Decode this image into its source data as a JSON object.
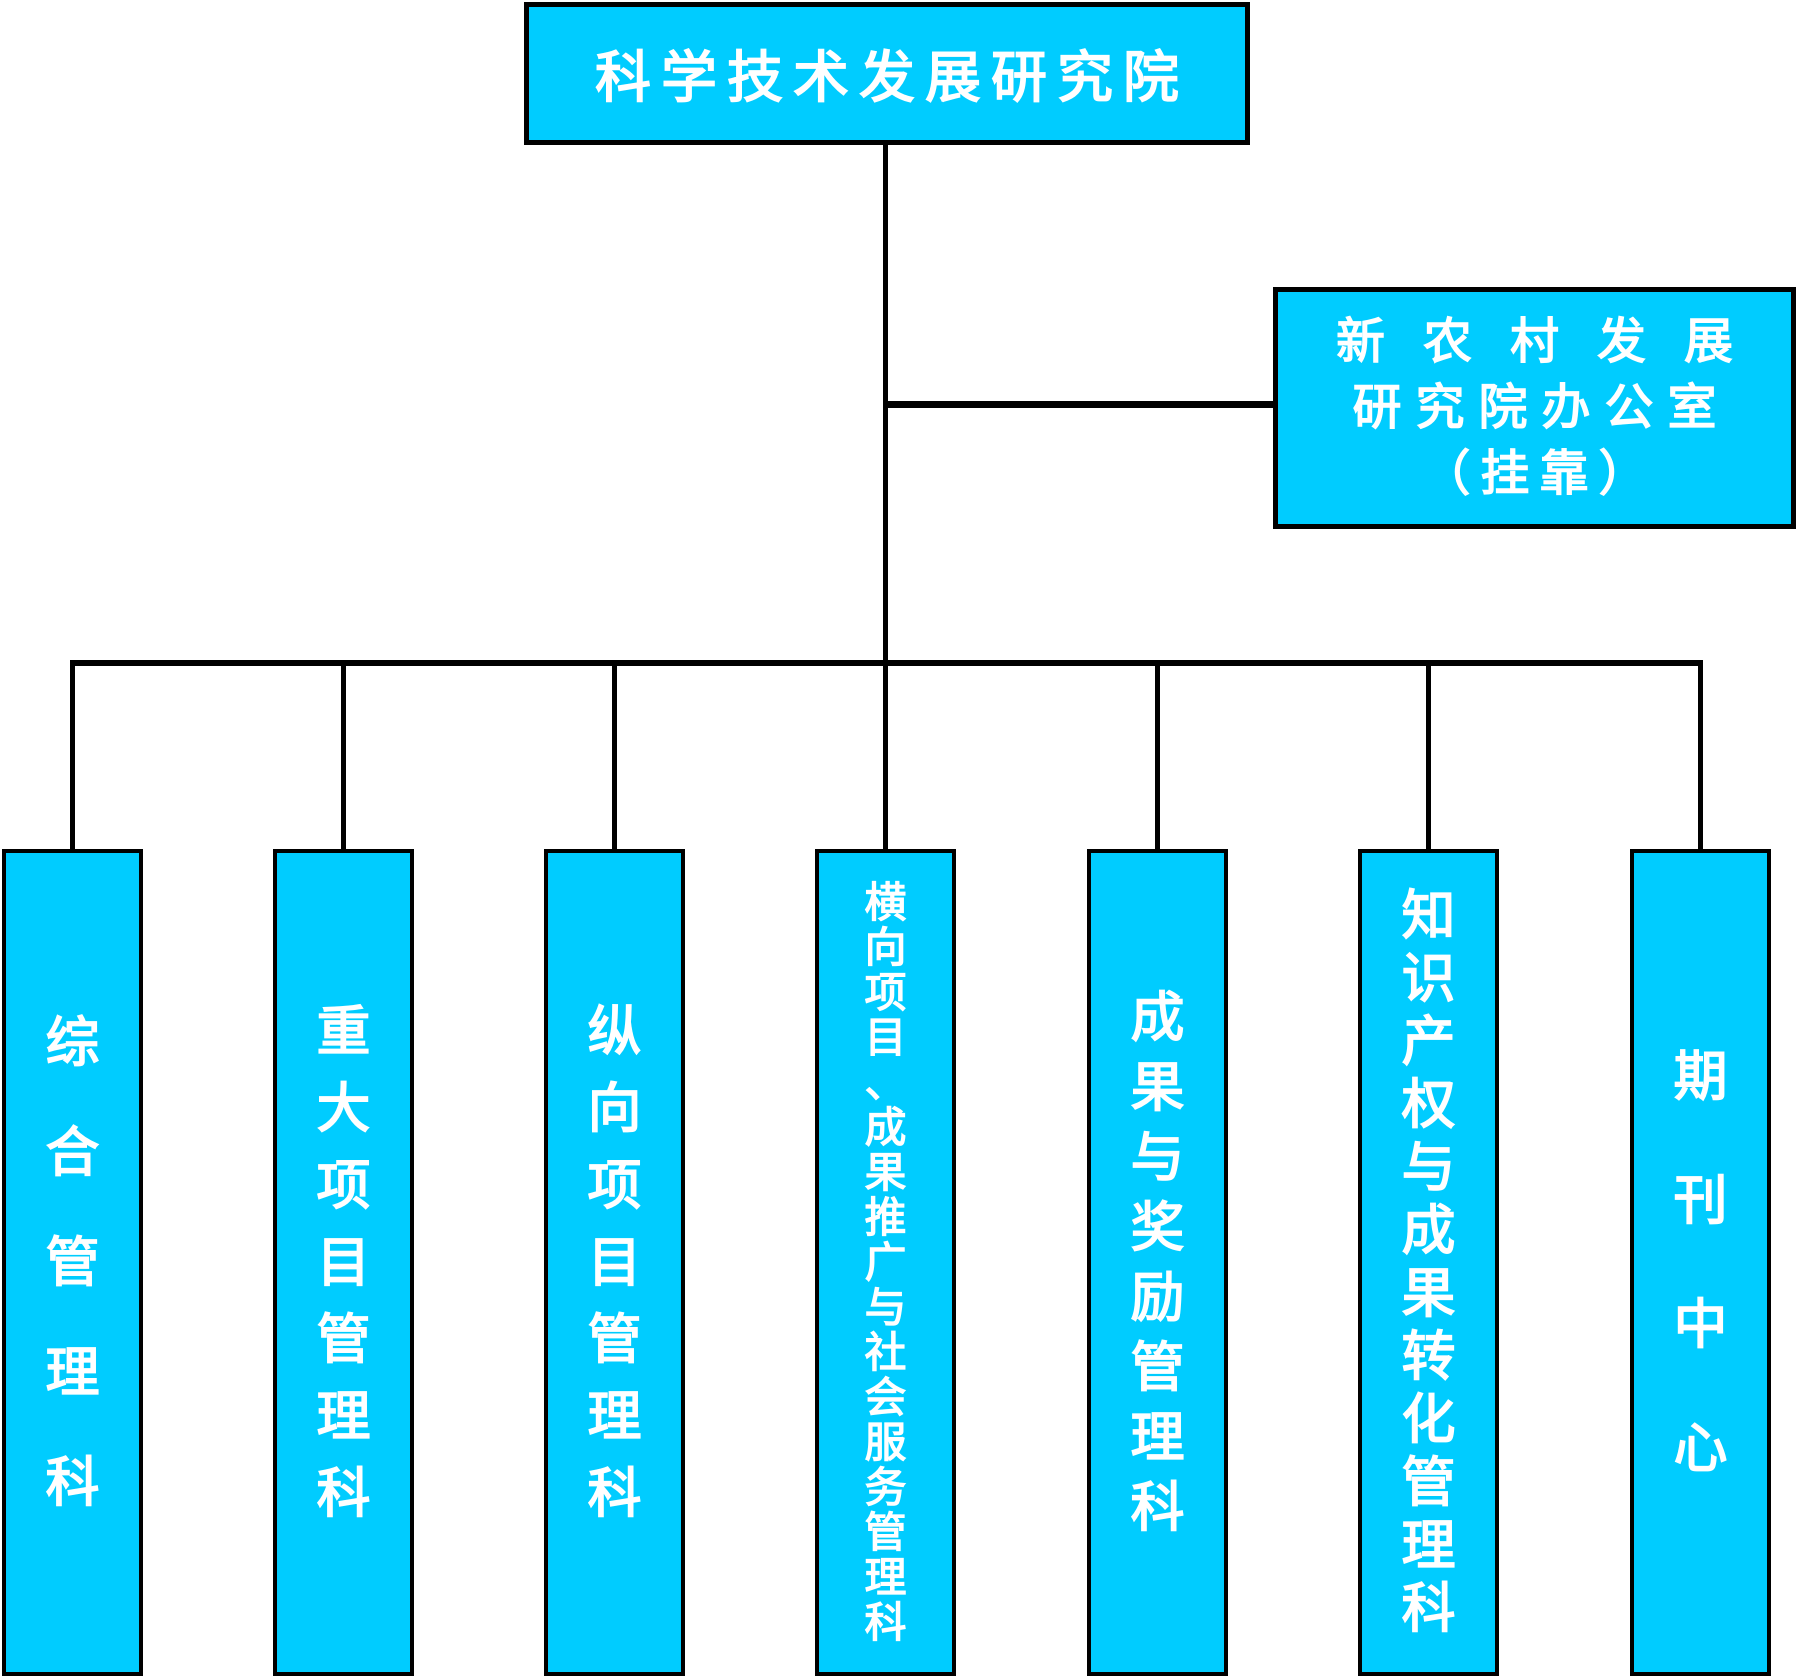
{
  "diagram": {
    "type": "org-chart",
    "root": {
      "label": "科学技术发展研究院"
    },
    "affiliated": {
      "lines": [
        "新农村发展",
        "研究院办公室",
        "（挂靠）"
      ],
      "full_label": "新农村发展研究院办公室（挂靠）"
    },
    "departments": [
      {
        "label": "综合管理科"
      },
      {
        "label": "重大项目管理科"
      },
      {
        "label": "纵向项目管理科"
      },
      {
        "label": "横向项目、成果推广与社会服务管理科"
      },
      {
        "label": "成果与奖励管理科"
      },
      {
        "label": "知识产权与成果转化管理科"
      },
      {
        "label": "期刊中心"
      }
    ],
    "colors": {
      "node_fill": "#00CCFF",
      "node_border": "#000000",
      "node_text": "#FFFFFF",
      "connector": "#000000",
      "background": "#FFFFFF"
    }
  }
}
